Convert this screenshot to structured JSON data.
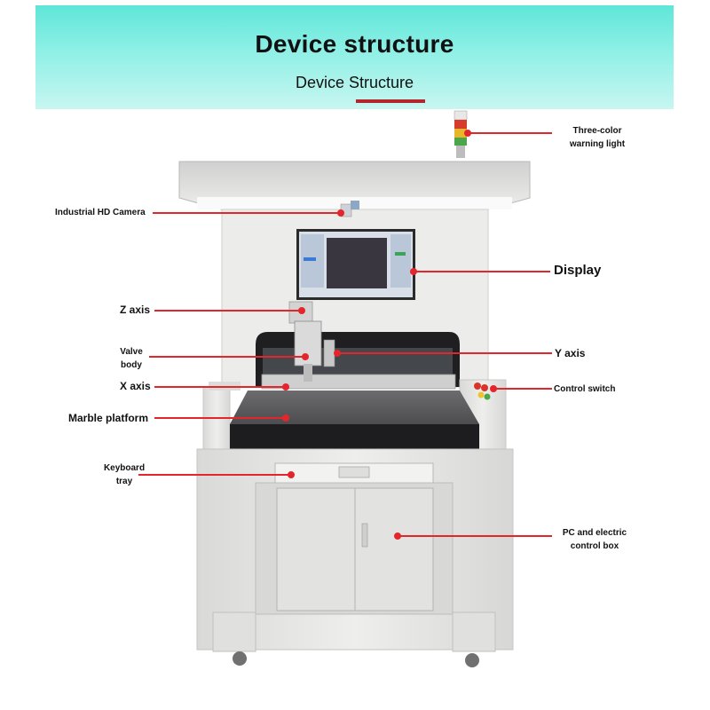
{
  "banner": {
    "title": "Device structure",
    "subtitle": "Device Structure"
  },
  "callouts": {
    "warning_light": [
      "Three-color",
      "warning light"
    ],
    "camera": "Industrial HD Camera",
    "display": "Display",
    "z_axis": "Z axis",
    "valve_body": [
      "Valve",
      "body"
    ],
    "y_axis": "Y axis",
    "x_axis": "X axis",
    "control_switch": "Control switch",
    "marble_platform": "Marble platform",
    "keyboard_tray": [
      "Keyboard",
      "tray"
    ],
    "pc_box": [
      "PC and electric",
      "control box"
    ]
  },
  "colors": {
    "callout_line": "#e3262c",
    "machine_body": "#e6e6e4",
    "platform": "#5a5a5c",
    "screen_bezel": "#2b2b2b"
  }
}
